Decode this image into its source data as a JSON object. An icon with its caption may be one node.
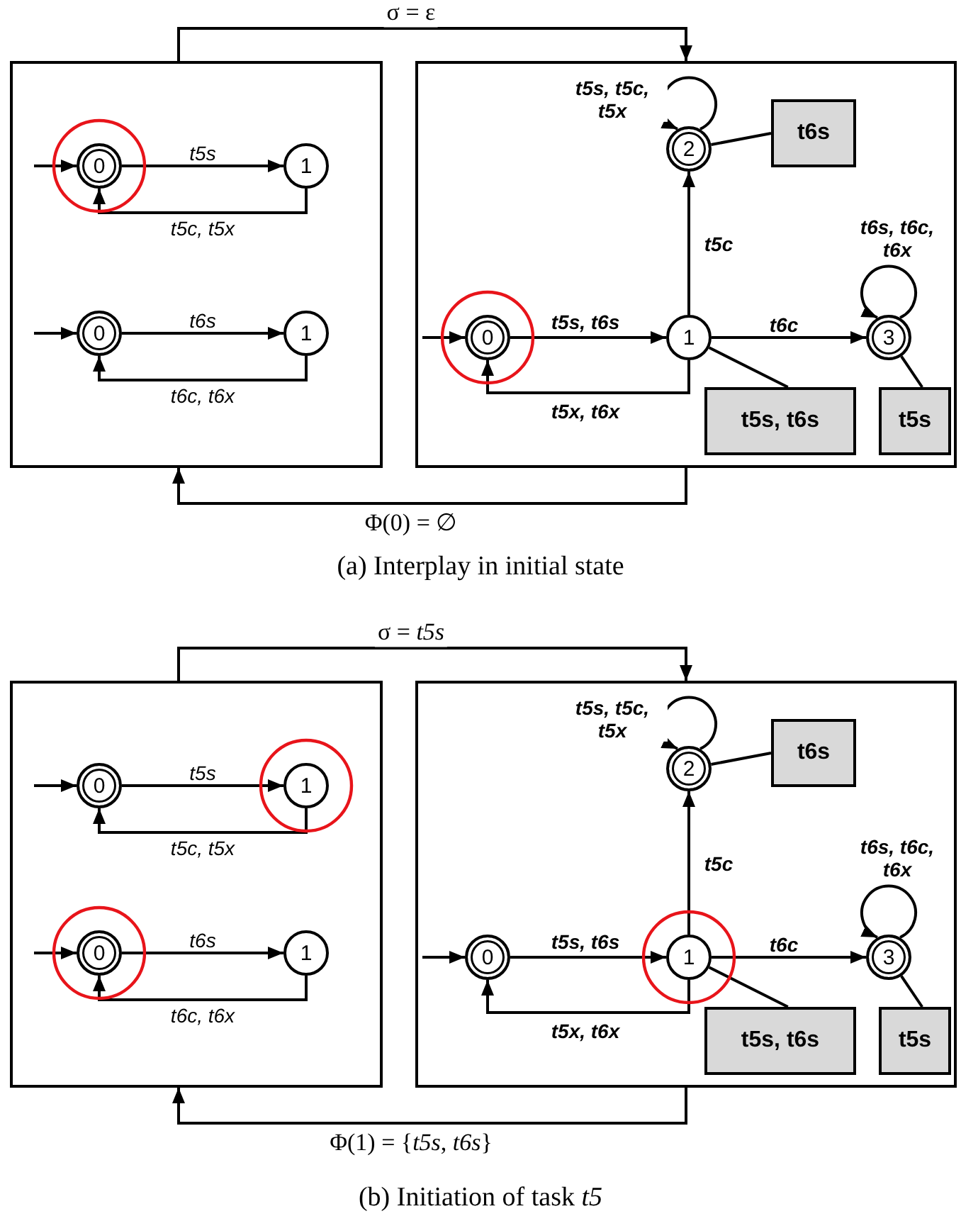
{
  "diagram": {
    "nodes": [
      {
        "text": [],
        "shape": "box"
      },
      {
        "text": [],
        "shape": "box"
      },
      {
        "text": [
          "0"
        ],
        "in": 0
      },
      {
        "text": [
          "1"
        ],
        "in": 0
      },
      {
        "text": [
          "0"
        ],
        "in": 0
      },
      {
        "text": [
          "1"
        ],
        "in": 0
      },
      {
        "text": [
          "0"
        ],
        "in": 1
      },
      {
        "text": [
          "1"
        ],
        "in": 1
      },
      {
        "text": [
          "2"
        ],
        "in": 1
      },
      {
        "text": [
          "3"
        ],
        "in": 1
      },
      {
        "text": [
          "t6s"
        ],
        "in": 1
      },
      {
        "text": [
          "t5s, t6s"
        ],
        "in": 1
      },
      {
        "text": [
          "t5s"
        ],
        "in": 1
      },
      {
        "text": [],
        "shape": "box"
      },
      {
        "text": [],
        "shape": "box"
      },
      {
        "text": [
          "0"
        ],
        "in": 13
      },
      {
        "text": [
          "1"
        ],
        "in": 13
      },
      {
        "text": [
          "0"
        ],
        "in": 13
      },
      {
        "text": [
          "1"
        ],
        "in": 13
      },
      {
        "text": [
          "0"
        ],
        "in": 14
      },
      {
        "text": [
          "1"
        ],
        "in": 14
      },
      {
        "text": [
          "2"
        ],
        "in": 14
      },
      {
        "text": [
          "3"
        ],
        "in": 14
      },
      {
        "text": [
          "t6s"
        ],
        "in": 14
      },
      {
        "text": [
          "t5s, t6s"
        ],
        "in": 14
      },
      {
        "text": [
          "t5s"
        ],
        "in": 14
      }
    ],
    "edges": [
      {
        "from": null,
        "to": 2,
        "arrow": "to"
      },
      {
        "from": 2,
        "to": 3,
        "arrow": "to",
        "label": "t5s"
      },
      {
        "from": 3,
        "to": 2,
        "arrow": "to",
        "label": "t5c, t5x"
      },
      {
        "from": null,
        "to": 4,
        "arrow": "to"
      },
      {
        "from": 4,
        "to": 5,
        "arrow": "to",
        "label": "t6s"
      },
      {
        "from": 5,
        "to": 4,
        "arrow": "to",
        "label": "t6c, t6x"
      },
      {
        "from": null,
        "to": 6,
        "arrow": "to"
      },
      {
        "from": 6,
        "to": 7,
        "arrow": "to",
        "label": "t5s, t6s"
      },
      {
        "from": 7,
        "to": 6,
        "arrow": "to",
        "label": "t5x, t6x"
      },
      {
        "from": 7,
        "to": 8,
        "arrow": "to",
        "label": "t5c"
      },
      {
        "from": 8,
        "to": 8,
        "arrow": "to",
        "label": "t5s, t5c, t5x"
      },
      {
        "from": 7,
        "to": 9,
        "arrow": "to",
        "label": "t6c"
      },
      {
        "from": 9,
        "to": 9,
        "arrow": "to",
        "label": "t6s, t6c, t6x"
      },
      {
        "from": 8,
        "to": 10,
        "arrow": "none"
      },
      {
        "from": 7,
        "to": 11,
        "arrow": "none"
      },
      {
        "from": 9,
        "to": 12,
        "arrow": "none"
      },
      {
        "from": 0,
        "to": 1,
        "arrow": "to",
        "label": "σ = ε"
      },
      {
        "from": 1,
        "to": 0,
        "arrow": "to",
        "label": "Φ(0) = ∅"
      },
      {
        "from": null,
        "to": 15,
        "arrow": "to"
      },
      {
        "from": 15,
        "to": 16,
        "arrow": "to",
        "label": "t5s"
      },
      {
        "from": 16,
        "to": 15,
        "arrow": "to",
        "label": "t5c, t5x"
      },
      {
        "from": null,
        "to": 17,
        "arrow": "to"
      },
      {
        "from": 17,
        "to": 18,
        "arrow": "to",
        "label": "t6s"
      },
      {
        "from": 18,
        "to": 17,
        "arrow": "to",
        "label": "t6c, t6x"
      },
      {
        "from": null,
        "to": 19,
        "arrow": "to"
      },
      {
        "from": 19,
        "to": 20,
        "arrow": "to",
        "label": "t5s, t6s"
      },
      {
        "from": 20,
        "to": 19,
        "arrow": "to",
        "label": "t5x, t6x"
      },
      {
        "from": 20,
        "to": 21,
        "arrow": "to",
        "label": "t5c"
      },
      {
        "from": 21,
        "to": 21,
        "arrow": "to",
        "label": "t5s, t5c, t5x"
      },
      {
        "from": 20,
        "to": 22,
        "arrow": "to",
        "label": "t6c"
      },
      {
        "from": 22,
        "to": 22,
        "arrow": "to",
        "label": "t6s, t6c, t6x"
      },
      {
        "from": 21,
        "to": 23,
        "arrow": "none"
      },
      {
        "from": 20,
        "to": 24,
        "arrow": "none"
      },
      {
        "from": 22,
        "to": 25,
        "arrow": "none"
      },
      {
        "from": 13,
        "to": 14,
        "arrow": "to",
        "label": "σ = *t5s*"
      },
      {
        "from": 14,
        "to": 13,
        "arrow": "to",
        "label": "Φ(1) = {*t5s*, *t6s*}"
      }
    ],
    "labels": [
      "(a) Interplay in initial state",
      "(b) Initiation of task *t5*"
    ]
  }
}
